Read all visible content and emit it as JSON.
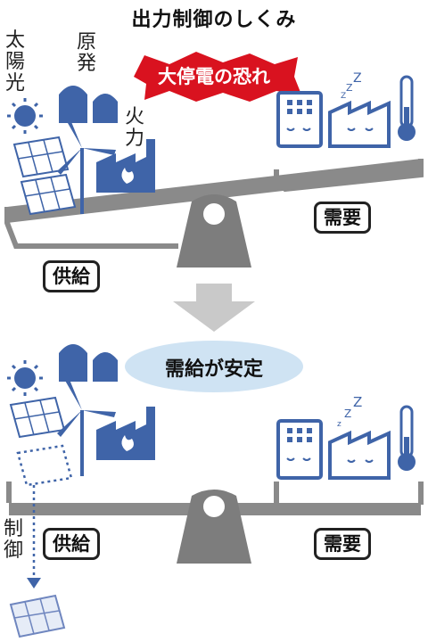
{
  "title": "出力制御のしくみ",
  "top": {
    "labels": {
      "solar": "太陽光",
      "nuclear": "原発",
      "thermal": "火力"
    },
    "warning": "大停電の恐れ",
    "supply_label": "供給",
    "demand_label": "需要"
  },
  "bottom": {
    "balance_text": "需給が安定",
    "supply_label": "供給",
    "demand_label": "需要",
    "control_label": "制御"
  },
  "colors": {
    "blue": "#3f64a8",
    "scale_gray": "#8a8a8a",
    "warning_red": "#d9121f",
    "bubble": "#cfe3f3"
  }
}
